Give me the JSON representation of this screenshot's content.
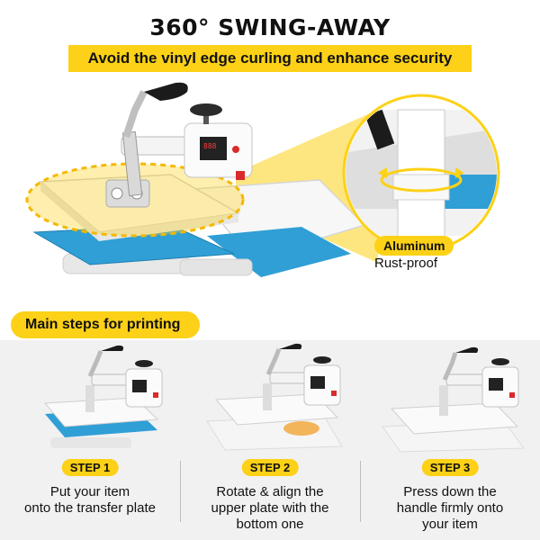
{
  "header": {
    "title": "360° SWING-AWAY",
    "banner": "Avoid the vinyl edge curling and enhance security"
  },
  "feature": {
    "badge": "Aluminum",
    "subtitle": "Rust-proof"
  },
  "steps_section": {
    "title": "Main steps for printing",
    "steps": [
      {
        "label": "STEP 1",
        "line1": "Put your item",
        "line2": "onto the transfer plate",
        "line3": ""
      },
      {
        "label": "STEP 2",
        "line1": "Rotate & align the",
        "line2": "upper plate with the",
        "line3": "bottom one"
      },
      {
        "label": "STEP 3",
        "line1": "Press down the",
        "line2": "handle firmly onto",
        "line3": "your item"
      }
    ]
  },
  "colors": {
    "accent": "#fcd117",
    "plate_blue": "#2f9fd6",
    "panel_bg": "#f1f1f1"
  }
}
